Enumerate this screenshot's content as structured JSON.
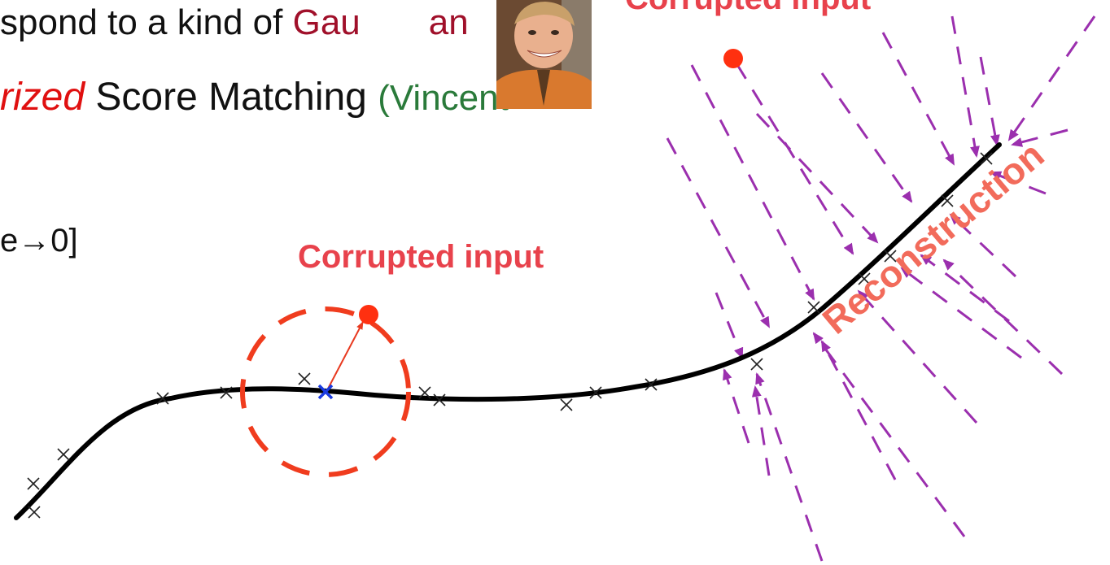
{
  "slide": {
    "line1": {
      "text": "spond to a kind of ",
      "term": "Gau",
      "term_tail": "an"
    },
    "line2": {
      "italic": "rized",
      "text": " Score Matching ",
      "citation": "(Vincent"
    },
    "line3": {
      "text": "e→0]"
    }
  },
  "labels": {
    "corrupted_top": "Corrupted input",
    "corrupted_mid": "Corrupted input",
    "reconstruction": "Reconstruction"
  },
  "photo": {
    "alt": "portrait photo"
  },
  "colors": {
    "curve": "#000000",
    "arrows": "#9b2fae",
    "corrupted": "#e8424c",
    "circle": "#f03c1e",
    "dot": "#ff3010",
    "clean_point": "#1a3be0"
  }
}
